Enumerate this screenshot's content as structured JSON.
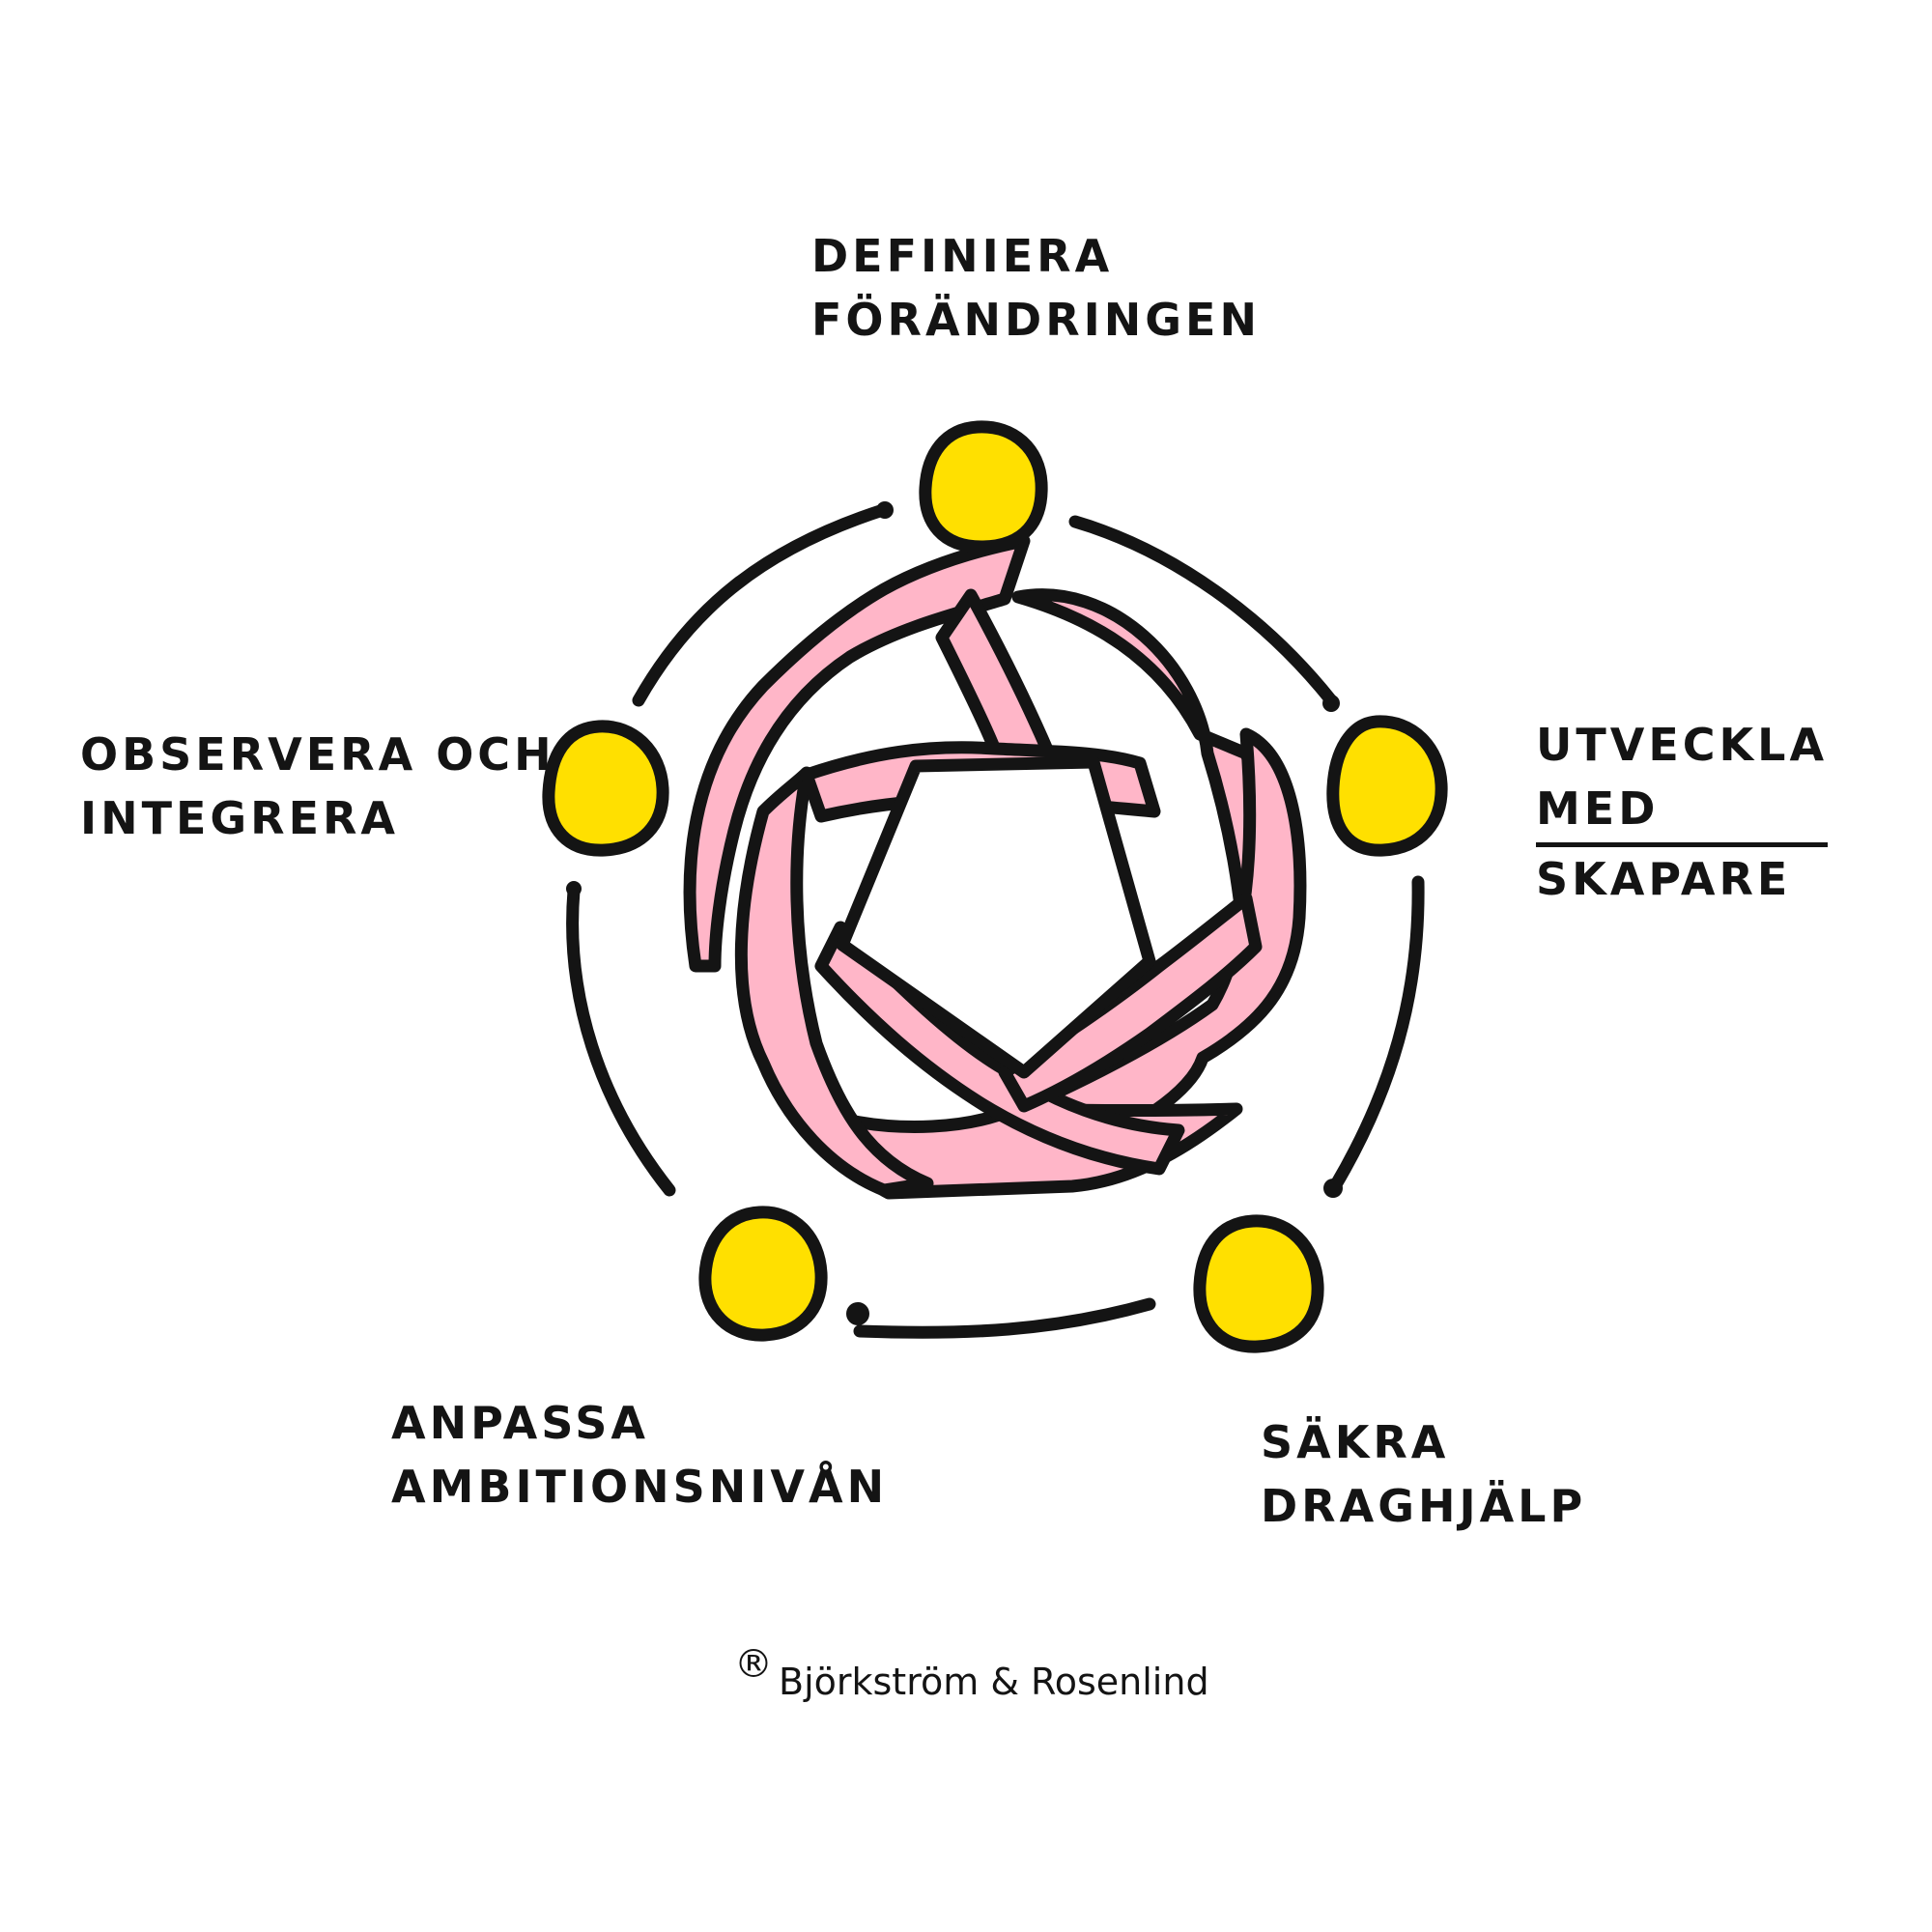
{
  "diagram": {
    "steps": [
      {
        "id": "define",
        "lines": [
          "Definiera",
          "förändringen"
        ]
      },
      {
        "id": "develop",
        "lines": [
          "Utveckla",
          "medskapare"
        ],
        "emphasis": "med"
      },
      {
        "id": "secure",
        "lines": [
          "Säkra",
          "draghjälp"
        ]
      },
      {
        "id": "adapt",
        "lines": [
          "Anpassa",
          "ambitionsnivån"
        ]
      },
      {
        "id": "observe",
        "lines": [
          "Observera och",
          "integrera"
        ]
      }
    ],
    "copyright": {
      "symbol": "®",
      "text": "Björkström & Rosenlind"
    }
  },
  "colors": {
    "node_fill": "#FFE000",
    "knot_fill": "#FFB6C8",
    "stroke": "#141414",
    "background": "#FFFFFF"
  }
}
